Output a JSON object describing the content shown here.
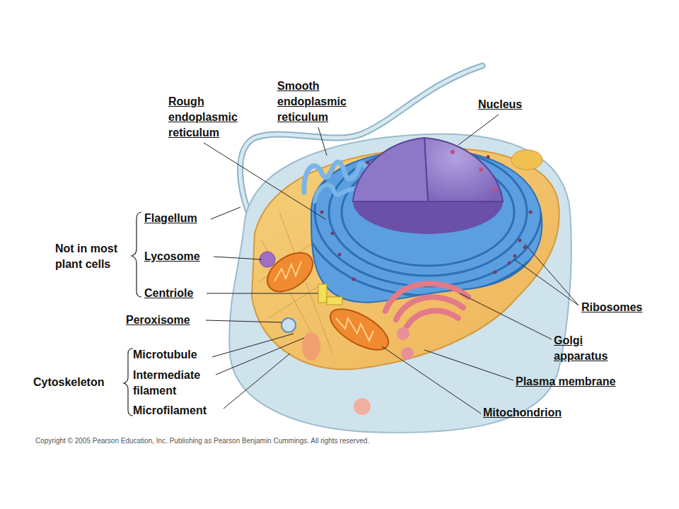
{
  "diagram": {
    "labels": [
      "Smooth endoplasmic reticulum",
      "Rough endoplasmic reticulum",
      "Nucleus",
      "Flagellum",
      "Not in most plant cells",
      "Lycosome",
      "Centriole",
      "Ribosomes",
      "Peroxisome",
      "Golgi apparatus",
      "Microtubule",
      "Cytoskeleton",
      "Intermediate filament",
      "Plasma membrane",
      "Microfilament",
      "Mitochondrion",
      "Copyright © 2005 Pearson Education, Inc. Publishing as Pearson Benjamin Cummings. All rights reserved."
    ]
  }
}
